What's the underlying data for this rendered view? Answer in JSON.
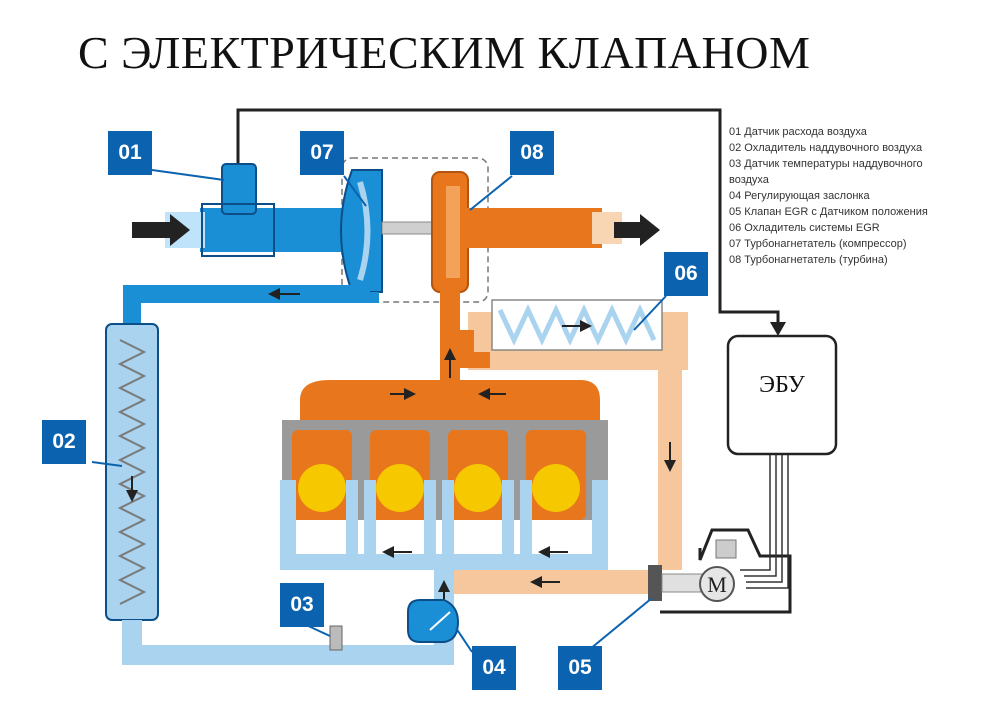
{
  "title": "С ЭЛЕКТРИЧЕСКИМ КЛАПАНОМ",
  "legend": [
    "01 Датчик расхода воздуха",
    "02 Охладитель наддувочного воздуха",
    "03 Датчик температуры наддувочного воздуха",
    "04 Регулирующая заслонка",
    "05 Клапан EGR с Датчиком положения",
    "06 Охладитель системы EGR",
    "07 Турбонагнетатель (компрессор)",
    "08 Турбонагнетатель (турбина)"
  ],
  "badges": {
    "b01": "01",
    "b02": "02",
    "b03": "03",
    "b04": "04",
    "b05": "05",
    "b06": "06",
    "b07": "07",
    "b08": "08"
  },
  "ecu_label": "ЭБУ",
  "motor_label": "M",
  "colors": {
    "badge": "#0b63b0",
    "air_pipe": "#1b8fd6",
    "cool_air": "#a9d3ee",
    "exhaust": "#e8761c",
    "egr_pipe": "#f6c79d",
    "engine": "#9a9a9a",
    "flame": "#f5c800"
  }
}
